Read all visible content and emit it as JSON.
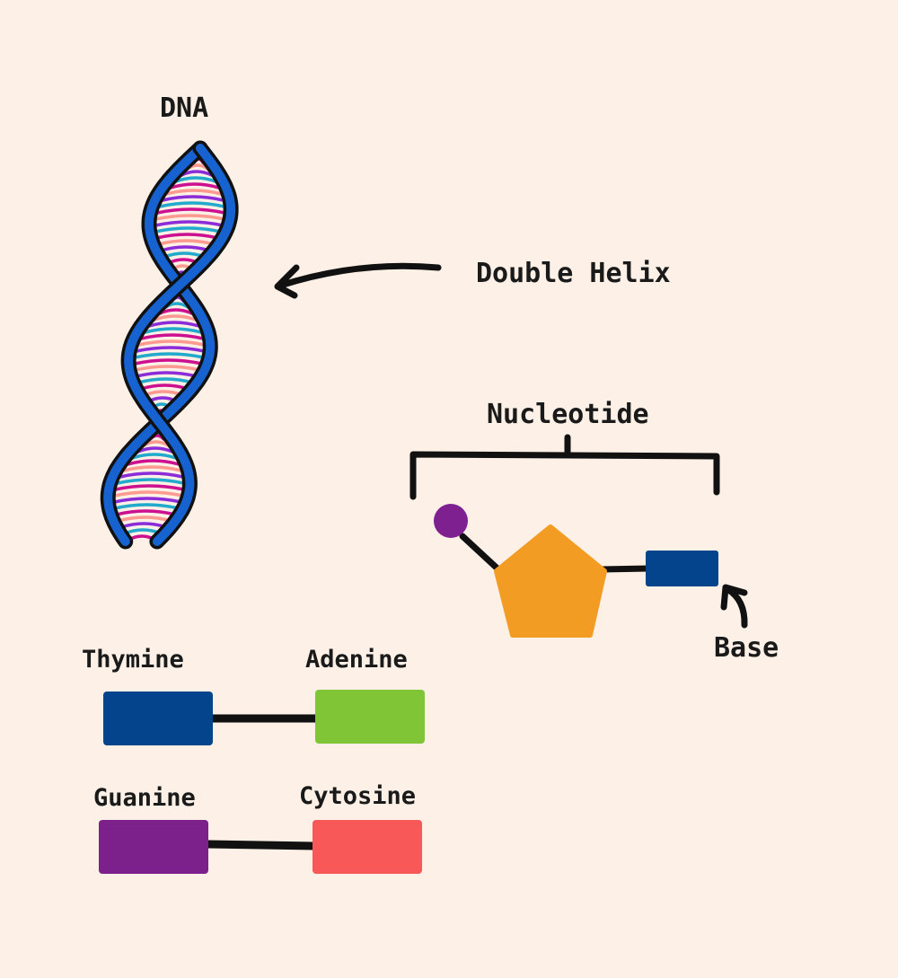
{
  "labels": {
    "dna": "DNA",
    "double_helix": "Double Helix",
    "nucleotide": "Nucleotide",
    "base": "Base"
  },
  "base_pairs": [
    {
      "left": {
        "name": "Thymine",
        "color": "#04448c"
      },
      "right": {
        "name": "Adenine",
        "color": "#80c535"
      }
    },
    {
      "left": {
        "name": "Guanine",
        "color": "#7c208c"
      },
      "right": {
        "name": "Cytosine",
        "color": "#f85858"
      }
    }
  ],
  "nucleotide_parts": {
    "phosphate_color": "#7e2090",
    "sugar_color": "#f39c24",
    "base_color": "#04448c"
  },
  "helix": {
    "strand_color": "#1662d0",
    "rung_colors": [
      "#22aacc",
      "#cc1090",
      "#ff9a90",
      "#8c2cd8"
    ]
  },
  "background": "#fcf0e7"
}
